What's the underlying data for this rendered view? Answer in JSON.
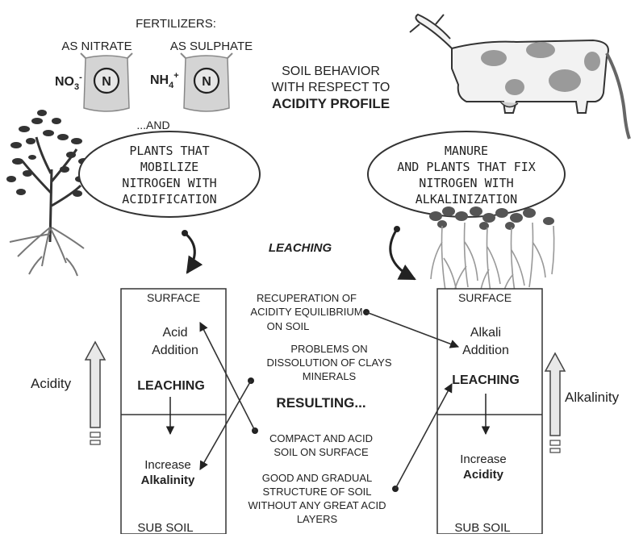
{
  "fertilizers": {
    "heading": "FERTILIZERS:",
    "nitrate_label": "AS NITRATE",
    "sulphate_label": "AS SULPHATE",
    "nitrate_formula_base": "NO",
    "nitrate_formula_sub": "3",
    "nitrate_formula_sup": "-",
    "ammonium_formula_base": "NH",
    "ammonium_formula_sub": "4",
    "ammonium_formula_sup": "+",
    "bag_symbol": "N",
    "and_text": "...AND"
  },
  "title": {
    "line1": "SOIL BEHAVIOR",
    "line2": "WITH RESPECT TO",
    "line3": "ACIDITY PROFILE"
  },
  "left_bubble": [
    "PLANTS THAT",
    "MOBILIZE",
    "NITROGEN WITH",
    "ACIDIFICATION"
  ],
  "right_bubble": [
    "MANURE",
    "AND PLANTS THAT FIX",
    "NITROGEN WITH",
    "ALKALINIZATION"
  ],
  "center_leaching": "LEACHING",
  "left_column": {
    "surface": "SURFACE",
    "addition_line1": "Acid",
    "addition_line2": "Addition",
    "leaching": "LEACHING",
    "increase": "Increase",
    "increase_bold": "Alkalinity",
    "subsoil": "SUB SOIL",
    "side_label": "Acidity"
  },
  "right_column": {
    "surface": "SURFACE",
    "addition_line1": "Alkali",
    "addition_line2": "Addition",
    "leaching": "LEACHING",
    "increase": "Increase",
    "increase_bold": "Acidity",
    "subsoil": "SUB SOIL",
    "side_label": "Alkalinity"
  },
  "center_notes": {
    "recuperation": [
      "RECUPERATION OF",
      "ACIDITY EQUILIBRIUM",
      "ON SOIL"
    ],
    "problems": [
      "PROBLEMS ON",
      "DISSOLUTION OF CLAYS",
      "MINERALS"
    ],
    "resulting": "RESULTING...",
    "compact": [
      "COMPACT AND ACID",
      "SOIL ON SURFACE"
    ],
    "good": [
      "GOOD AND GRADUAL",
      "STRUCTURE OF SOIL",
      "WITHOUT ANY GREAT ACID",
      "LAYERS"
    ]
  },
  "icons": {
    "bags": "fertilizer-bag-icon",
    "tree": "tree-with-roots-icon",
    "cow": "cow-icon",
    "legume": "legume-root-nodules-icon"
  },
  "colors": {
    "ink": "#222222",
    "bag_fill": "#d4d4d4",
    "cow_spot": "#9a9a9a",
    "nodule": "#555555",
    "arrow_fill": "#e8e8e8"
  }
}
